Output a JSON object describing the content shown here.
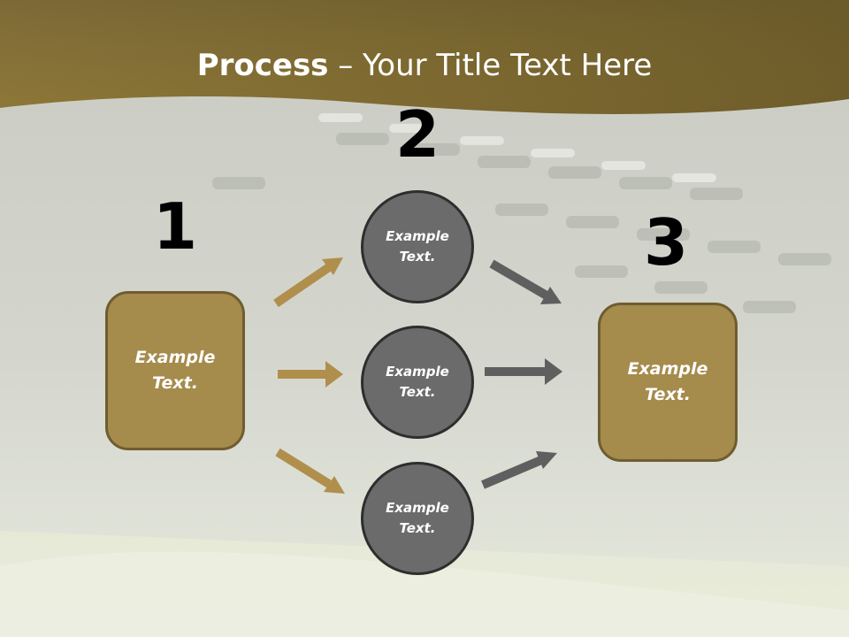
{
  "slide": {
    "title_bold": "Process",
    "title_rest": " – Your Title Text Here"
  },
  "steps": [
    {
      "number": "1",
      "label": "Example Text."
    },
    {
      "number": "2",
      "labels": [
        "Example Text.",
        "Example Text.",
        "Example Text."
      ]
    },
    {
      "number": "3",
      "label": "Example Text."
    }
  ],
  "colors": {
    "banner": "#8a7434",
    "box_fill": "#a58b4c",
    "box_border": "#6f5d30",
    "circle_fill": "#6b6b6b",
    "circle_border": "#2e2e2e",
    "arrow_gold": "#b08f4c",
    "arrow_gray": "#5f5f5f"
  }
}
